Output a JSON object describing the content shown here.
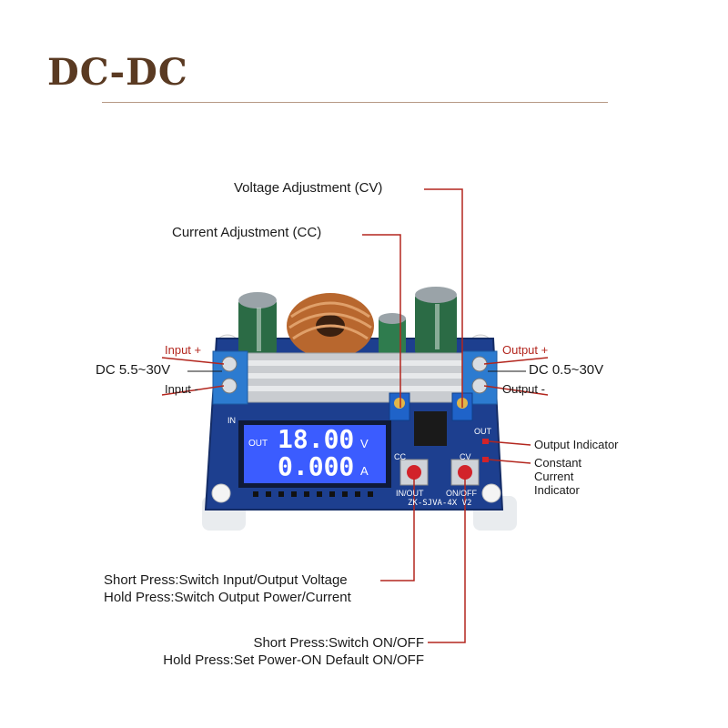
{
  "header": {
    "title": "DC-DC"
  },
  "callouts": {
    "voltage_adjust": "Voltage Adjustment (CV)",
    "current_adjust": "Current Adjustment (CC)",
    "input_plus": "Input +",
    "input_minus": "Input -",
    "input_range": "DC 5.5~30V",
    "output_plus": "Output +",
    "output_minus": "Output -",
    "output_range": "DC 0.5~30V",
    "output_indicator": "Output Indicator",
    "cc_indicator": [
      "Constant",
      "Current",
      "Indicator"
    ],
    "left_button": [
      "Short Press:Switch Input/Output Voltage",
      "Hold Press:Switch Output Power/Current"
    ],
    "right_button": [
      "Short Press:Switch ON/OFF",
      "Hold Press:Set Power-ON Default ON/OFF"
    ]
  },
  "board": {
    "display": {
      "label": "OUT",
      "voltage": "18.00",
      "voltage_unit": "V",
      "current": "0.000",
      "current_unit": "A"
    },
    "button_labels": {
      "left": "IN/OUT",
      "right": "ON/OFF",
      "cc": "CC",
      "cv": "CV"
    },
    "model": "ZK-SJVA-4X V2",
    "port_label_in": "IN",
    "port_label_out": "OUT"
  },
  "colors": {
    "title": "#5a3a22",
    "callout_line": "#b3261e",
    "pcb": "#1d3f8f",
    "lcd": "#3b5cff"
  }
}
